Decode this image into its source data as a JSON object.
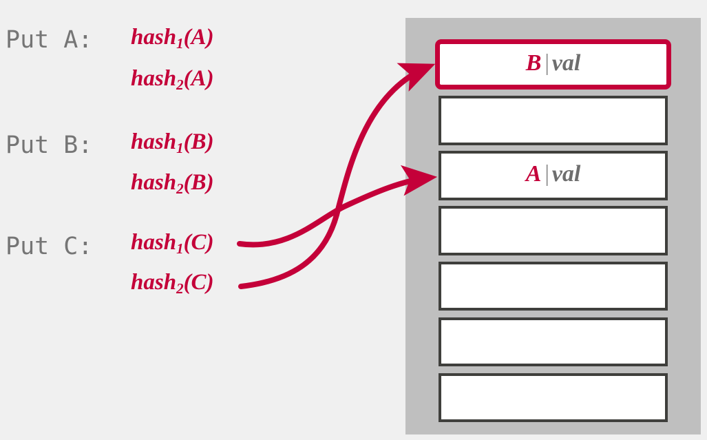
{
  "diagram": {
    "title": "Cuckoo hashing Put A / Put B / Put C",
    "background_color": "#f0f0f0",
    "accent_color": "#c40039",
    "label_color": "#757575",
    "panel_color": "#bfbfbf",
    "slot_border_color": "#3f3f3c"
  },
  "operations": [
    {
      "label": "Put A:",
      "hashes": [
        {
          "name": "hash",
          "index": "1",
          "arg": "(A)"
        },
        {
          "name": "hash",
          "index": "2",
          "arg": "(A)"
        }
      ]
    },
    {
      "label": "Put B:",
      "hashes": [
        {
          "name": "hash",
          "index": "1",
          "arg": "(B)"
        },
        {
          "name": "hash",
          "index": "2",
          "arg": "(B)"
        }
      ]
    },
    {
      "label": "Put C:",
      "hashes": [
        {
          "name": "hash",
          "index": "1",
          "arg": "(C)"
        },
        {
          "name": "hash",
          "index": "2",
          "arg": "(C)"
        }
      ]
    }
  ],
  "table": {
    "slots": [
      {
        "key": "B",
        "separator": "|",
        "value": "val",
        "highlighted": true
      },
      {
        "key": "",
        "separator": "",
        "value": "",
        "highlighted": false
      },
      {
        "key": "A",
        "separator": "|",
        "value": "val",
        "highlighted": false
      },
      {
        "key": "",
        "separator": "",
        "value": "",
        "highlighted": false
      },
      {
        "key": "",
        "separator": "",
        "value": "",
        "highlighted": false
      },
      {
        "key": "",
        "separator": "",
        "value": "",
        "highlighted": false
      },
      {
        "key": "",
        "separator": "",
        "value": "",
        "highlighted": false
      }
    ]
  },
  "arrows": [
    {
      "from": "hash1(C)",
      "to": "slot-1",
      "color": "#c40039"
    },
    {
      "from": "hash2(C)",
      "to": "slot-3",
      "color": "#c40039"
    }
  ]
}
